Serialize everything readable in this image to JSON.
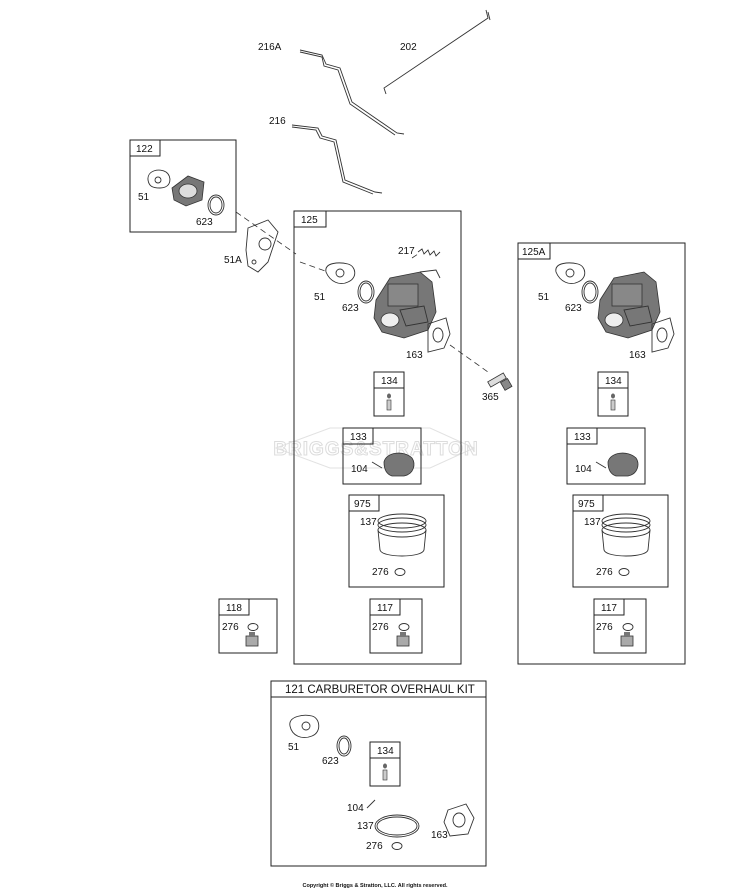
{
  "labels": {
    "p216A": "216A",
    "p202": "202",
    "p216": "216",
    "box122": "122",
    "box122_51": "51",
    "box122_623": "623",
    "p51A": "51A",
    "box125": "125",
    "box125_217": "217",
    "box125_51": "51",
    "box125_623": "623",
    "box125_163": "163",
    "box125_134": "134",
    "box125_133": "133",
    "box125_104": "104",
    "box125_975": "975",
    "box125_137": "137",
    "box125_276a": "276",
    "box125_117": "117",
    "box125_276b": "276",
    "p365": "365",
    "box125A": "125A",
    "box125A_51": "51",
    "box125A_623": "623",
    "box125A_163": "163",
    "box125A_134": "134",
    "box125A_133": "133",
    "box125A_104": "104",
    "box125A_975": "975",
    "box125A_137": "137",
    "box125A_276a": "276",
    "box125A_117": "117",
    "box125A_276b": "276",
    "box118": "118",
    "box118_276": "276",
    "kit_title": "121 CARBURETOR OVERHAUL KIT",
    "kit_51": "51",
    "kit_623": "623",
    "kit_134": "134",
    "kit_104": "104",
    "kit_137": "137",
    "kit_163": "163",
    "kit_276": "276"
  },
  "watermark": "BRIGGS&STRATTON",
  "copyright": "Copyright © Briggs & Stratton, LLC. All rights reserved."
}
